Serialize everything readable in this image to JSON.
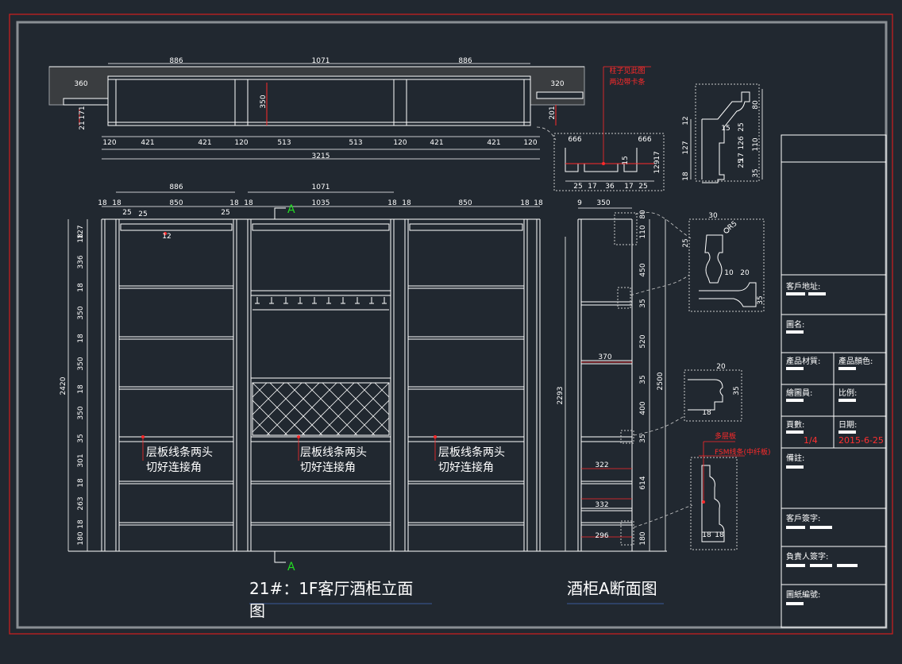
{
  "plan_view": {
    "top_dims": [
      "886",
      "1071",
      "886"
    ],
    "side_dims": [
      "360",
      "320"
    ],
    "height_dim": "350",
    "left_vert": [
      "21",
      "171"
    ],
    "right_vert": [
      "201"
    ],
    "bottom_dims": [
      "120",
      "421",
      "421",
      "120",
      "513",
      "513",
      "120",
      "421",
      "421",
      "120"
    ],
    "total": "3215"
  },
  "elevation": {
    "top_dims": [
      "886",
      "1071"
    ],
    "sub_dims": [
      "18",
      "18",
      "850",
      "18",
      "18",
      "1035",
      "18",
      "18",
      "850",
      "18",
      "18"
    ],
    "end_dims": [
      "25",
      "25",
      "25"
    ],
    "small_dim": "12",
    "left_dims": [
      "127",
      "18",
      "336",
      "18",
      "350",
      "18",
      "350",
      "18",
      "350",
      "35",
      "301",
      "18",
      "263",
      "18",
      "180"
    ],
    "total_height": "2420",
    "notes": [
      "层板线条两头",
      "切好连接角"
    ],
    "section_label": "A",
    "title": "21#：1F客厅酒柜立面图"
  },
  "section": {
    "top_dims": [
      "9",
      "350"
    ],
    "right_dims": [
      "110",
      "80",
      "450",
      "35",
      "520",
      "35",
      "400",
      "35",
      "614",
      "180"
    ],
    "overall": [
      "2293",
      "2500"
    ],
    "shelf_dims": [
      "370",
      "322",
      "332",
      "296"
    ],
    "title": "酒柜A断面图"
  },
  "details": {
    "column_note": [
      "柱子见此图",
      "两边带卡条"
    ],
    "d1_dims": [
      "666",
      "666",
      "15",
      "25",
      "17",
      "36",
      "17",
      "25",
      "129",
      "17"
    ],
    "d2_dims": [
      "12",
      "127",
      "18",
      "15",
      "25",
      "126",
      "17",
      "25",
      "80",
      "110",
      "35"
    ],
    "d3_dims": [
      "30",
      "R5",
      "25",
      "10",
      "20",
      "35"
    ],
    "d4_dims": [
      "20",
      "35",
      "18"
    ],
    "d5_dims": [
      "18",
      "18"
    ],
    "d5_notes": [
      "多层板",
      "FSM线条(中纤板)"
    ]
  },
  "title_block": {
    "client_address": "客戶地址:",
    "drawing_name": "圖名:",
    "material": "產品材質:",
    "color": "產品顏色:",
    "drafter": "繪圖員:",
    "scale": "比例:",
    "page": "頁數:",
    "date": "日期:",
    "page_value": "1/4",
    "date_value": "2015-6-25",
    "remarks": "備註:",
    "client_sign": "客戶簽字:",
    "manager_sign": "負責人簽字:",
    "drawing_no": "圖紙編號:"
  },
  "colors": {
    "background": "#212830",
    "frame_red": "#d21e1e",
    "frame_gray": "#8a8f94",
    "line_white": "#ffffff",
    "accent_red": "#ff2a2a",
    "accent_green": "#22dd22"
  }
}
